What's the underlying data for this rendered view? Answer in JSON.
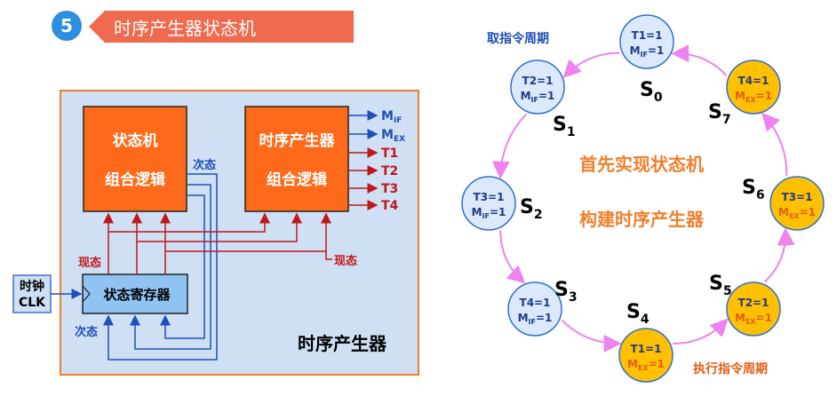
{
  "header": {
    "number": "5",
    "title": "时序产生器状态机"
  },
  "left": {
    "block_fsm": [
      "状态机",
      "组合逻辑"
    ],
    "block_timing": [
      "时序产生器",
      "组合逻辑"
    ],
    "block_register": "状态寄存器",
    "clock": [
      "时钟",
      "CLK"
    ],
    "next_state_top": "次态",
    "next_state_bottom": "次态",
    "current_state_left": "现态",
    "current_state_right": "现态",
    "outputs": [
      {
        "main": "M",
        "sub": "IF"
      },
      {
        "main": "M",
        "sub": "EX"
      },
      {
        "main": "T1",
        "sub": ""
      },
      {
        "main": "T2",
        "sub": ""
      },
      {
        "main": "T3",
        "sub": ""
      },
      {
        "main": "T4",
        "sub": ""
      }
    ],
    "caption": "时序产生器"
  },
  "right": {
    "label_fetch": "取指令周期",
    "label_exec": "执行指令周期",
    "center_line1": "首先实现状态机",
    "center_line2": "构建时序产生器",
    "colors": {
      "fetch": "#dbe9fb",
      "exec": "#ffc000",
      "arrow": "#ee82ee"
    },
    "states": [
      {
        "s": "S",
        "idx": "0",
        "t": "T1=1",
        "m": "M",
        "msub": "IF",
        "mval": "=1",
        "phase": "fetch"
      },
      {
        "s": "S",
        "idx": "1",
        "t": "T2=1",
        "m": "M",
        "msub": "IF",
        "mval": "=1",
        "phase": "fetch"
      },
      {
        "s": "S",
        "idx": "2",
        "t": "T3=1",
        "m": "M",
        "msub": "IF",
        "mval": "=1",
        "phase": "fetch"
      },
      {
        "s": "S",
        "idx": "3",
        "t": "T4=1",
        "m": "M",
        "msub": "IF",
        "mval": "=1",
        "phase": "fetch"
      },
      {
        "s": "S",
        "idx": "4",
        "t": "T1=1",
        "m": "M",
        "msub": "EX",
        "mval": "=1",
        "phase": "exec"
      },
      {
        "s": "S",
        "idx": "5",
        "t": "T2=1",
        "m": "M",
        "msub": "EX",
        "mval": "=1",
        "phase": "exec"
      },
      {
        "s": "S",
        "idx": "6",
        "t": "T3=1",
        "m": "M",
        "msub": "EX",
        "mval": "=1",
        "phase": "exec"
      },
      {
        "s": "S",
        "idx": "7",
        "t": "T4=1",
        "m": "M",
        "msub": "EX",
        "mval": "=1",
        "phase": "exec"
      }
    ]
  }
}
